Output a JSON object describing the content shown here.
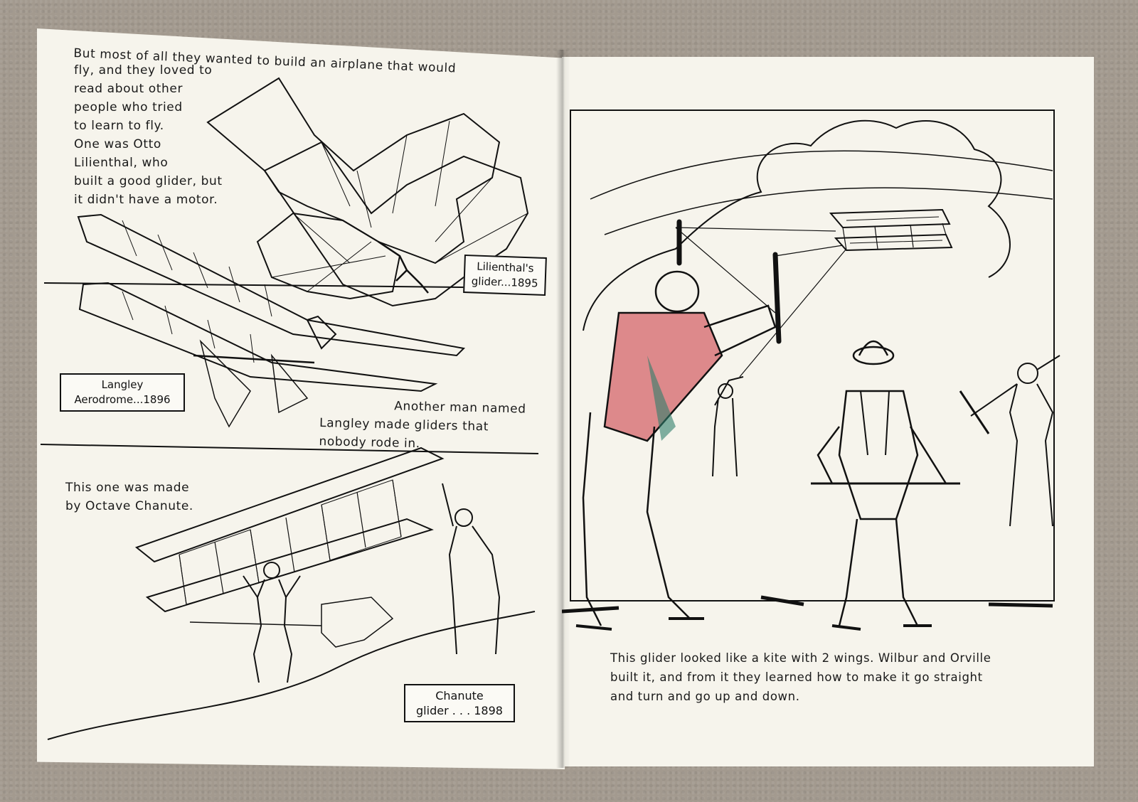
{
  "left_page": {
    "intro_line1": "But most of all they wanted to build an airplane that would",
    "intro_lines": [
      "fly, and they loved to",
      "read about other",
      "people who tried",
      "to learn to fly.",
      "One was Otto",
      "Lilienthal, who",
      "built a good glider, but",
      "it didn't have a motor."
    ],
    "lilienthal_caption": [
      "Lilienthal's",
      "glider...1895"
    ],
    "langley_caption": [
      "Langley",
      "Aerodrome...1896"
    ],
    "langley_text": [
      "Another man named",
      "Langley made gliders that",
      "nobody rode in."
    ],
    "chanute_text": [
      "This one was made",
      "by Octave Chanute."
    ],
    "chanute_caption": [
      "Chanute",
      "glider . . . 1898"
    ]
  },
  "right_page": {
    "caption_lines": [
      "This glider looked like a kite with 2 wings. Wilbur and Orville",
      "built it, and  from it they learned how to make it go straight",
      "and turn and go up and down."
    ]
  },
  "colors": {
    "paper": "#f6f4ec",
    "ink": "#111111",
    "crayon_red": "#c8323c",
    "crayon_green": "#2f7d6a",
    "carpet": "#a39a8f"
  }
}
